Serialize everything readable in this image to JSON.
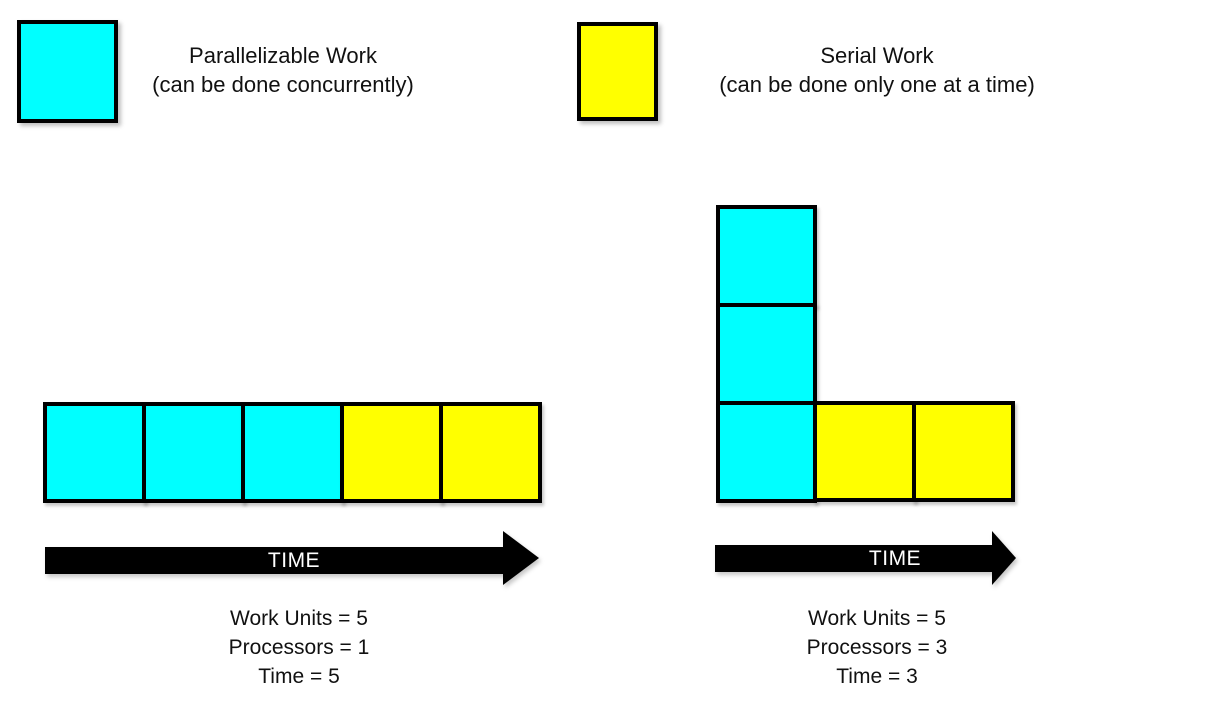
{
  "colors": {
    "cyan": "#00ffff",
    "yellow": "#ffff00",
    "arrow": "#000000",
    "border": "#000000",
    "arrow_label": "#ffffff",
    "text": "#111111"
  },
  "legend": {
    "parallel": {
      "swatch": "cyan",
      "title": "Parallelizable Work",
      "subtitle": "(can be done concurrently)"
    },
    "serial": {
      "swatch": "yellow",
      "title": "Serial Work",
      "subtitle": "(can be done only one at a time)"
    }
  },
  "left_diagram": {
    "cells": [
      "cyan",
      "cyan",
      "cyan",
      "yellow",
      "yellow"
    ],
    "arrow_label": "TIME",
    "stats": [
      "Work Units = 5",
      "Processors = 1",
      "Time = 5"
    ]
  },
  "right_diagram": {
    "column_cells": [
      "cyan",
      "cyan",
      "cyan"
    ],
    "row_cells": [
      "yellow",
      "yellow"
    ],
    "arrow_label": "TIME",
    "stats": [
      "Work Units = 5",
      "Processors = 3",
      "Time = 3"
    ]
  }
}
